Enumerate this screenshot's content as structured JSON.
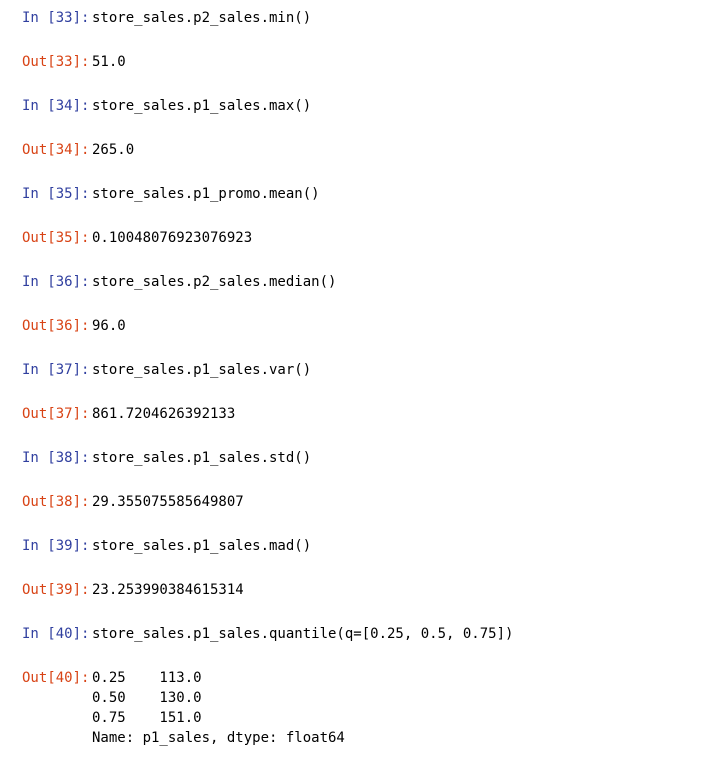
{
  "cells": [
    {
      "in_prompt": "In [33]:",
      "code": "store_sales.p2_sales.min()",
      "out_prompt": "Out[33]:",
      "output": "51.0"
    },
    {
      "in_prompt": "In [34]:",
      "code": "store_sales.p1_sales.max()",
      "out_prompt": "Out[34]:",
      "output": "265.0"
    },
    {
      "in_prompt": "In [35]:",
      "code": "store_sales.p1_promo.mean()",
      "out_prompt": "Out[35]:",
      "output": "0.10048076923076923"
    },
    {
      "in_prompt": "In [36]:",
      "code": "store_sales.p2_sales.median()",
      "out_prompt": "Out[36]:",
      "output": "96.0"
    },
    {
      "in_prompt": "In [37]:",
      "code": "store_sales.p1_sales.var()",
      "out_prompt": "Out[37]:",
      "output": "861.7204626392133"
    },
    {
      "in_prompt": "In [38]:",
      "code": "store_sales.p1_sales.std()",
      "out_prompt": "Out[38]:",
      "output": "29.355075585649807"
    },
    {
      "in_prompt": "In [39]:",
      "code": "store_sales.p1_sales.mad()",
      "out_prompt": "Out[39]:",
      "output": "23.253990384615314"
    },
    {
      "in_prompt": "In [40]:",
      "code": "store_sales.p1_sales.quantile(q=[0.25, 0.5, 0.75])",
      "out_prompt": "Out[40]:",
      "output_lines": [
        "0.25    113.0",
        "0.50    130.0",
        "0.75    151.0",
        "Name: p1_sales, dtype: float64"
      ]
    }
  ]
}
